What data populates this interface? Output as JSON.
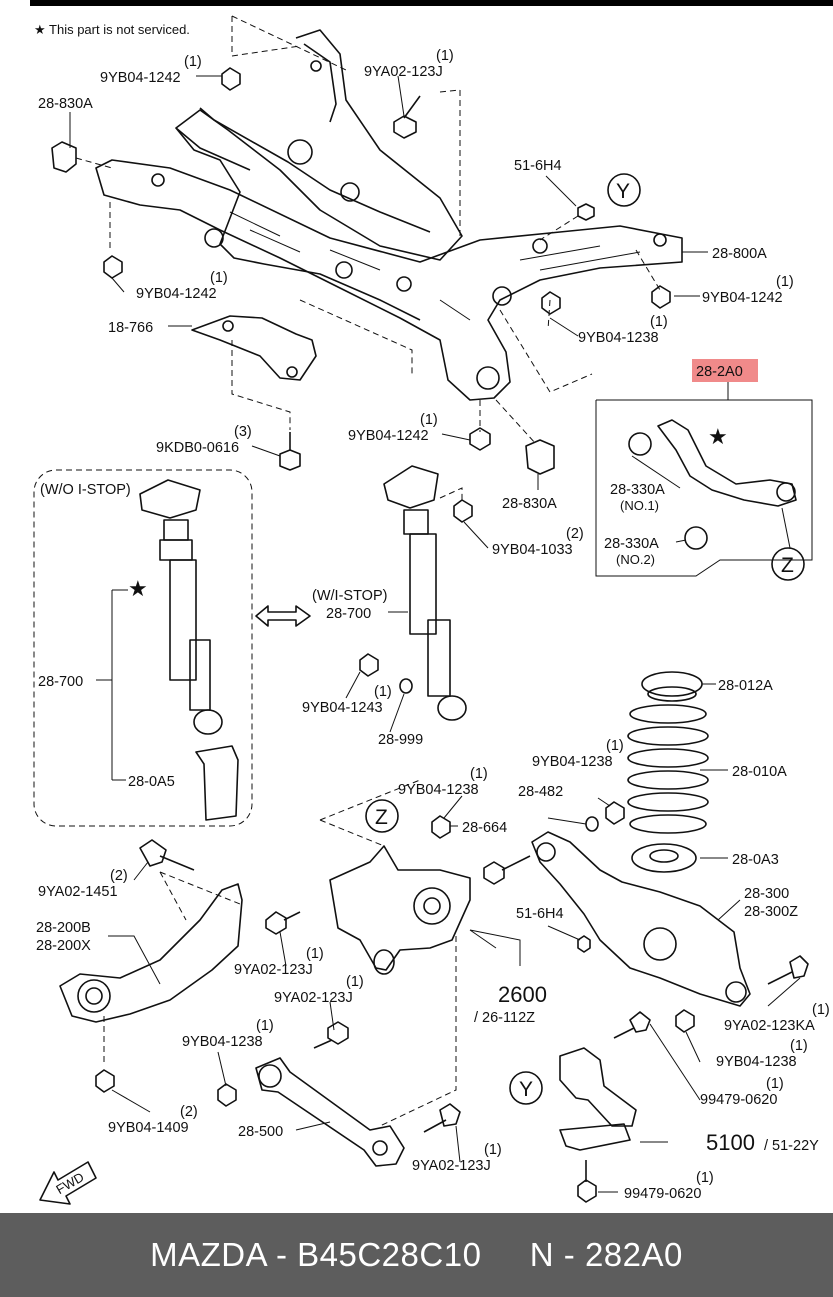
{
  "note": "★ This part is not serviced.",
  "labels": {
    "l01_qty": "(1)",
    "l01": "9YB04-1242",
    "l02": "28-830A",
    "l03_qty": "(1)",
    "l03": "9YA02-123J",
    "l04": "51-6H4",
    "l05": "Y",
    "l06": "28-800A",
    "l07_qty": "(1)",
    "l07": "9YB04-1242",
    "l08_qty": "(1)",
    "l08": "9YB04-1242",
    "l09_qty": "(1)",
    "l09": "9YB04-1238",
    "l10": "18-766",
    "l11": "28-2A0",
    "l12_qty": "(3)",
    "l12": "9KDB0-0616",
    "l13_qty": "(1)",
    "l13": "9YB04-1242",
    "l14": "28-330A",
    "l14b": "(NO.1)",
    "l15": "28-330A",
    "l15b": "(NO.2)",
    "l16": "28-830A",
    "l17_qty": "(2)",
    "l17": "9YB04-1033",
    "l18": "Z",
    "l19": "(W/O I-STOP)",
    "l20": "(W/I-STOP)",
    "l20b": "28-700",
    "l21": "28-700",
    "l22_qty": "(1)",
    "l22": "9YB04-1243",
    "l23": "28-999",
    "l24": "28-012A",
    "l25": "28-0A5",
    "l26_qty": "(1)",
    "l26": "9YB04-1238",
    "l27": "28-010A",
    "l28_qty": "(1)",
    "l28": "9YB04-1238",
    "l29": "28-482",
    "l30": "Z",
    "l31": "28-664",
    "l32": "28-0A3",
    "l33_qty": "(2)",
    "l33": "9YA02-1451",
    "l34": "28-300",
    "l34b": "28-300Z",
    "l35": "28-200B",
    "l35b": "28-200X",
    "l36": "51-6H4",
    "l37_qty": "(1)",
    "l37": "9YA02-123J",
    "l38": "2600",
    "l38b": "/ 26-112Z",
    "l39_qty": "(1)",
    "l39": "9YA02-123J",
    "l40_qty": "(1)",
    "l40": "9YA02-123KA",
    "l41_qty": "(1)",
    "l41": "9YB04-1238",
    "l42_qty": "(1)",
    "l42": "9YB04-1238",
    "l43": "Y",
    "l44_qty": "(1)",
    "l44": "99479-0620",
    "l45_qty": "(2)",
    "l45": "9YB04-1409",
    "l46": "28-500",
    "l47_qty": "(1)",
    "l47": "9YA02-123J",
    "l48": "5100",
    "l48b": "/ 51-22Y",
    "l49_qty": "(1)",
    "l49": "99479-0620",
    "fwd": "FWD"
  },
  "colors": {
    "highlight": "#f08a8a",
    "footer_bg": "#5d5d5d"
  },
  "footer": {
    "brand": "MAZDA - B45C28C10",
    "code": "N - 282A0"
  }
}
